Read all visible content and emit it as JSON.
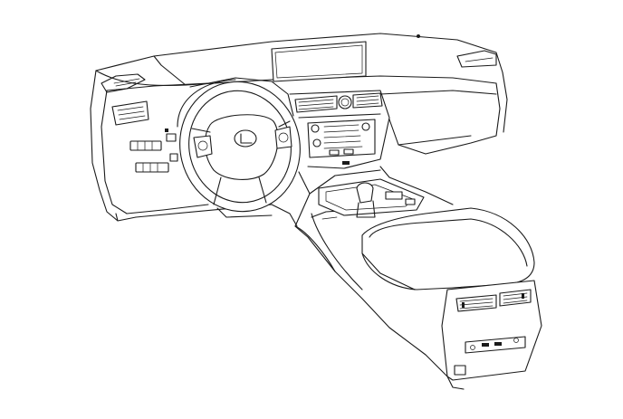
{
  "drawing": {
    "background": "#ffffff",
    "line_color": "#1a1a1a",
    "components": [
      "dashboard",
      "center-display",
      "steering-wheel",
      "brand-emblem",
      "air-vents",
      "center-console",
      "gear-shifter",
      "armrest",
      "rear-console-panel"
    ]
  }
}
